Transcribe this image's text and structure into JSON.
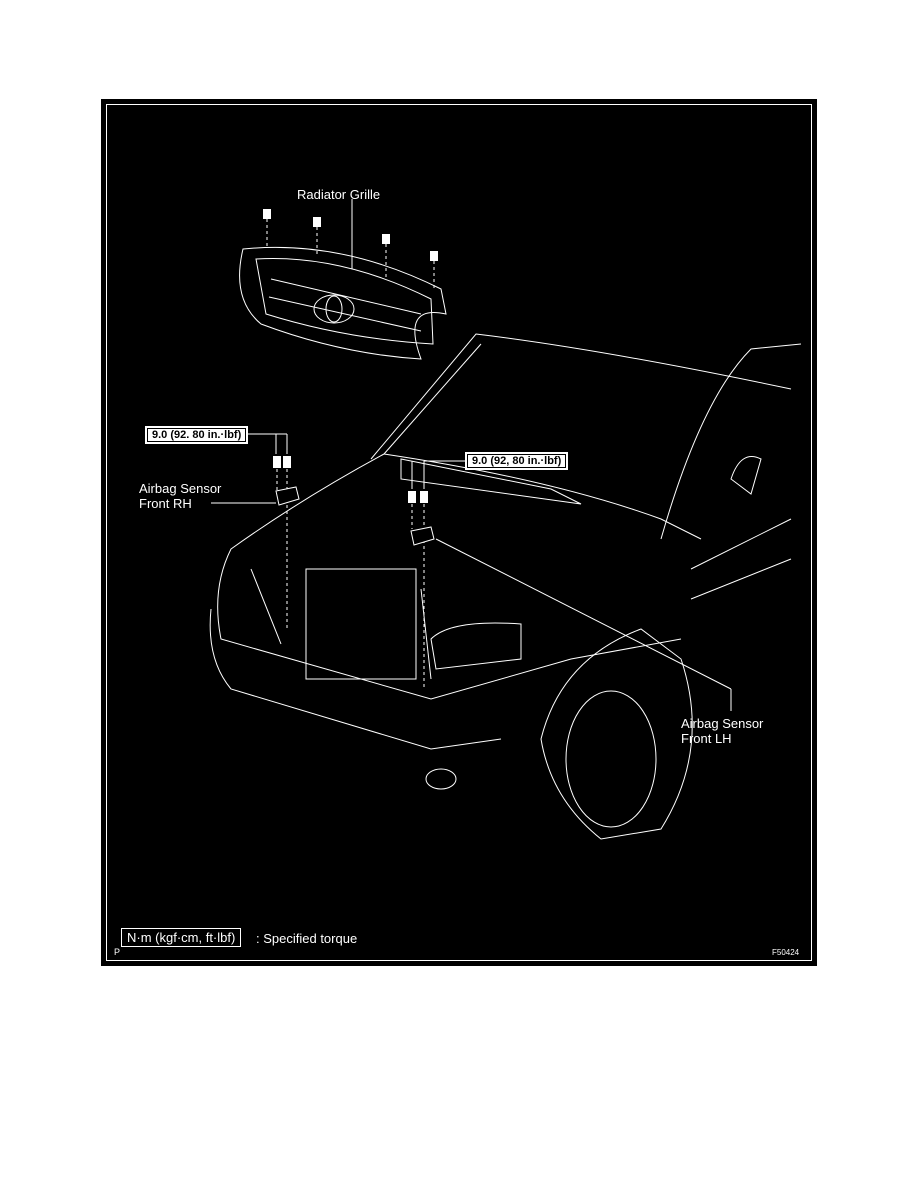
{
  "diagram": {
    "labels": {
      "radiator_grille": "Radiator Grille",
      "airbag_rh_line1": "Airbag Sensor",
      "airbag_rh_line2": "Front RH",
      "airbag_lh_line1": "Airbag Sensor",
      "airbag_lh_line2": "Front LH"
    },
    "torque_rh": "9.0 (92. 80 in.·lbf)",
    "torque_lh": "9.0 (92, 80 in.·lbf)",
    "legend": {
      "unit": "N·m (kgf·cm, ft·lbf)",
      "description": ": Specified torque"
    },
    "corner_mark": "P",
    "figure_id": "F50424"
  }
}
